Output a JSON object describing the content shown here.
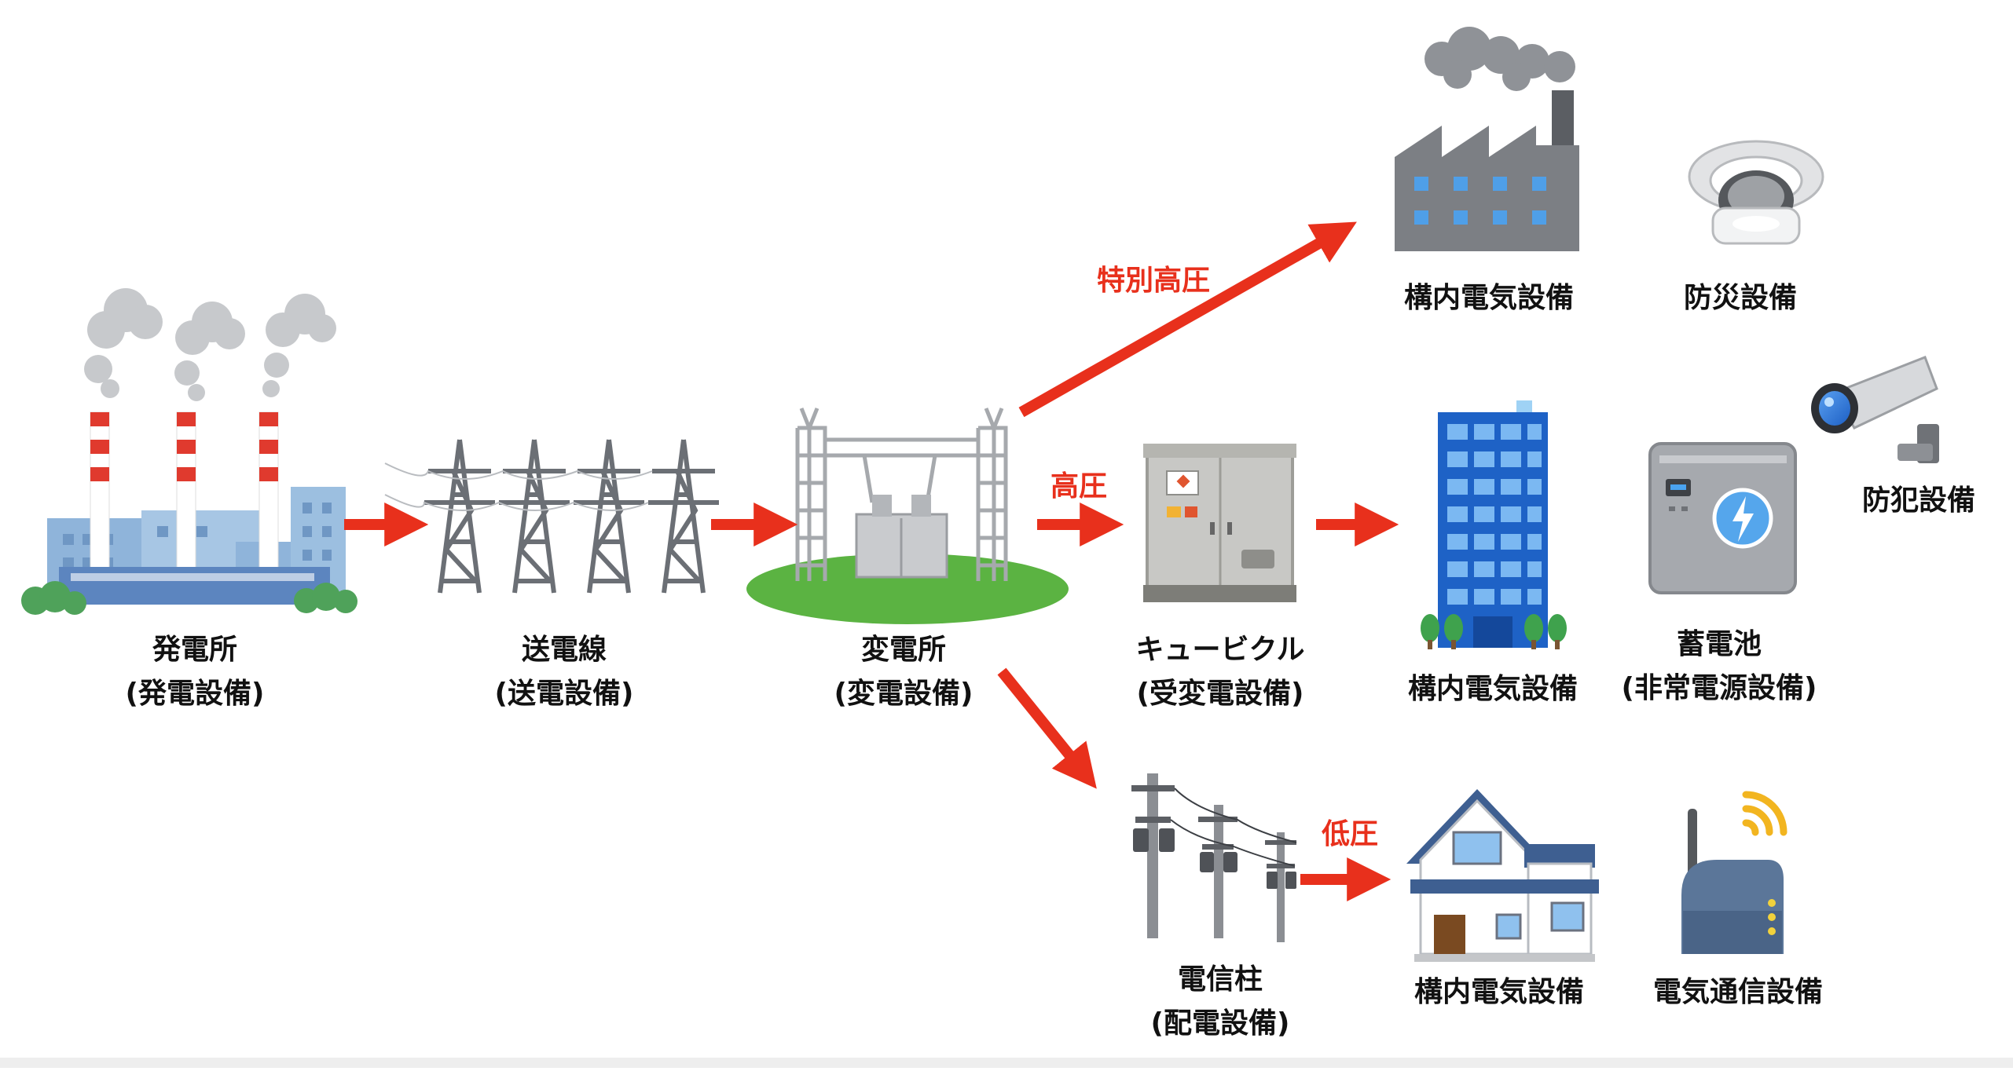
{
  "nodes": {
    "power_plant": {
      "name": "発電所",
      "sub": "(発電設備)"
    },
    "transmission": {
      "name": "送電線",
      "sub": "(送電設備)"
    },
    "substation": {
      "name": "変電所",
      "sub": "(変電設備)"
    },
    "cubicle": {
      "name": "キュービクル",
      "sub": "(受変電設備)"
    },
    "pole": {
      "name": "電信柱",
      "sub": "(配電設備)"
    },
    "factory": {
      "name": "構内電気設備"
    },
    "fire_alarm": {
      "name": "防災設備"
    },
    "building": {
      "name": "構内電気設備"
    },
    "battery": {
      "name": "蓄電池",
      "sub": "(非常電源設備)"
    },
    "camera": {
      "name": "防犯設備"
    },
    "house": {
      "name": "構内電気設備"
    },
    "router": {
      "name": "電気通信設備"
    }
  },
  "voltages": {
    "extra_high": "特別高圧",
    "high": "高圧",
    "low": "低圧"
  },
  "colors": {
    "arrow": "#e8301c",
    "voltage_text": "#e8301c",
    "label_text": "#111111"
  }
}
